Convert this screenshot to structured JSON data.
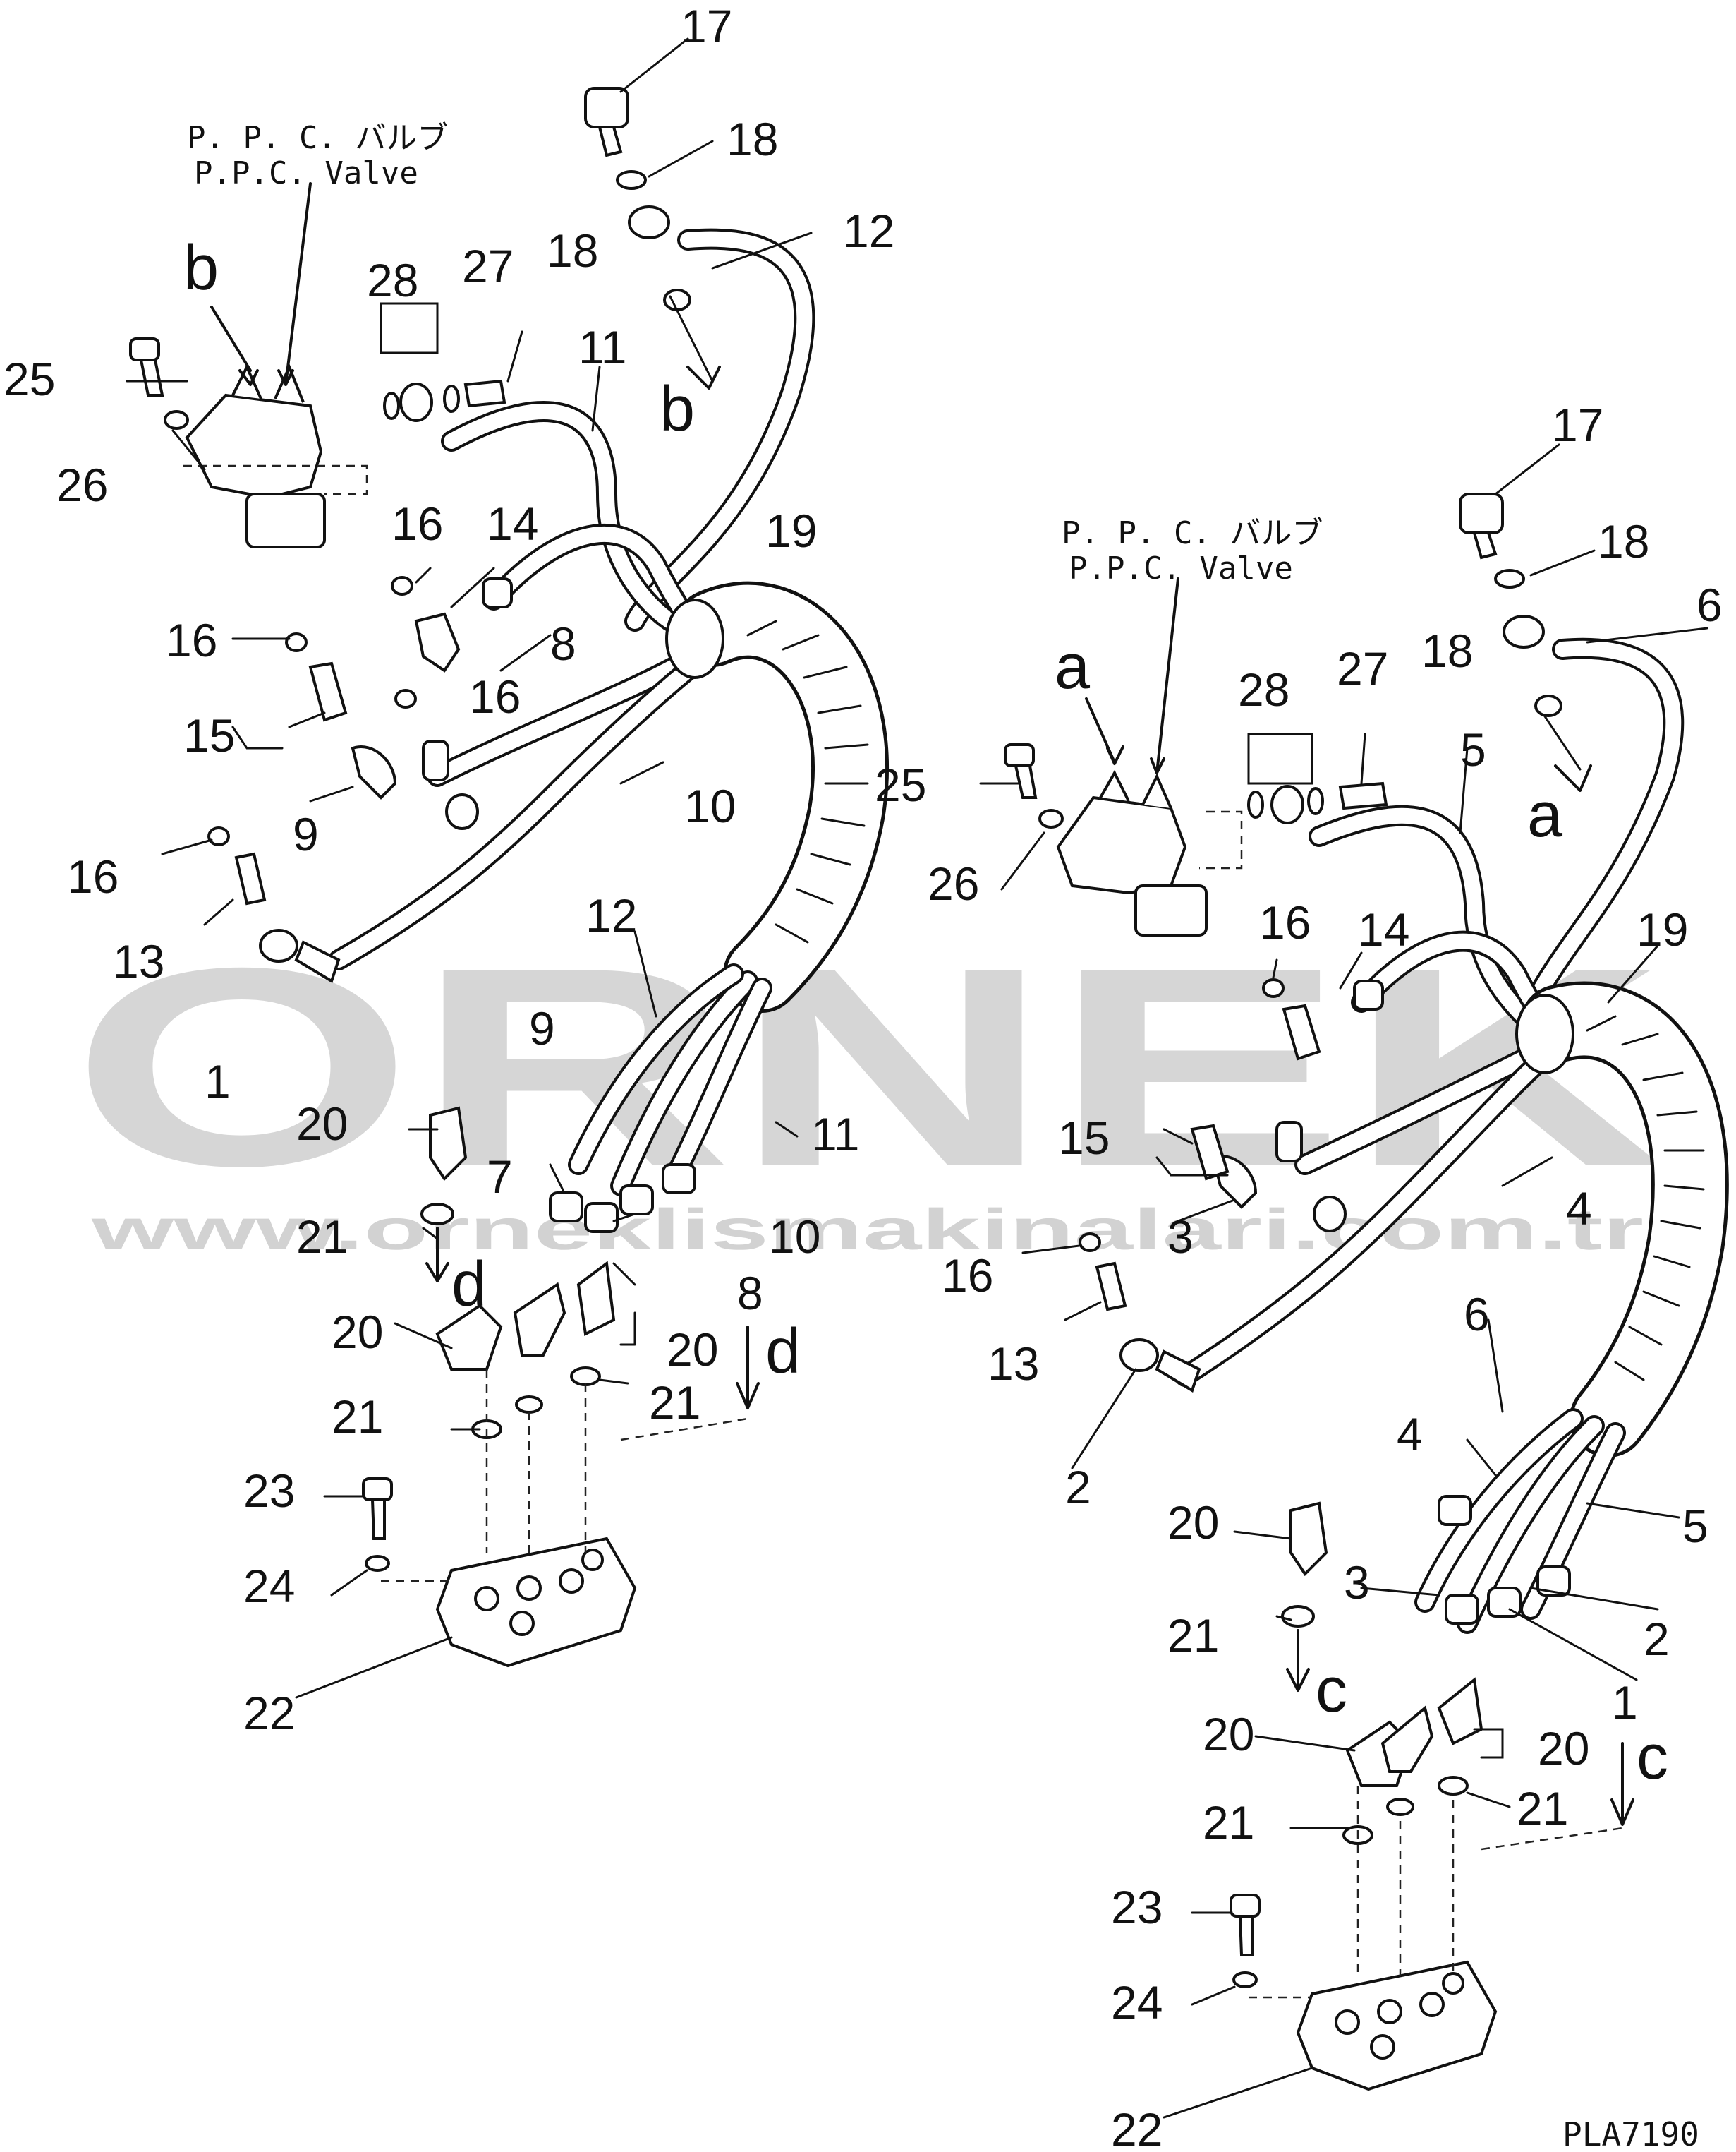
{
  "valve_labels": {
    "jp": "P. P. C. バルブ",
    "en": "P.P.C. Valve"
  },
  "watermark": {
    "brand": "ORNEK",
    "url": "www.orneklismakinalari.com.tr"
  },
  "drawing_code": "PLA7190",
  "left_assembly": {
    "callouts": {
      "n17": "17",
      "n18a": "18",
      "n12": "12",
      "n18b": "18",
      "n28": "28",
      "n27": "27",
      "n11": "11",
      "nb1": "b",
      "nb2": "b",
      "n25": "25",
      "n26": "26",
      "n16a": "16",
      "n14": "14",
      "n19": "19",
      "n16b": "16",
      "n8a": "8",
      "n16c": "16",
      "n15": "15",
      "n9a": "9",
      "n10a": "10",
      "n16d": "16",
      "n13": "13",
      "n12b": "12",
      "n1": "1",
      "n9b": "9",
      "n20a": "20",
      "n11b": "11",
      "n7": "7",
      "n10b": "10",
      "n21a": "21",
      "nd1": "d",
      "n8b": "8",
      "n20b": "20",
      "n20c": "20",
      "nd2": "d",
      "n21b": "21",
      "n21c": "21",
      "n23": "23",
      "n24": "24",
      "n22": "22"
    }
  },
  "right_assembly": {
    "callouts": {
      "n17": "17",
      "n18a": "18",
      "n6a": "6",
      "n18b": "18",
      "na1": "a",
      "na2": "a",
      "n28": "28",
      "n27": "27",
      "n5a": "5",
      "n25": "25",
      "n26": "26",
      "n16a": "16",
      "n14": "14",
      "n19": "19",
      "n15": "15",
      "n3a": "3",
      "n4a": "4",
      "n16b": "16",
      "n13": "13",
      "n6b": "6",
      "n4b": "4",
      "n2a": "2",
      "n5b": "5",
      "n20a": "20",
      "n3b": "3",
      "n2b": "2",
      "n1": "1",
      "n21a": "21",
      "nc1": "c",
      "n20b": "20",
      "n20c": "20",
      "nc2": "c",
      "n21b": "21",
      "n21c": "21",
      "n23": "23",
      "n24": "24",
      "n22": "22"
    }
  }
}
